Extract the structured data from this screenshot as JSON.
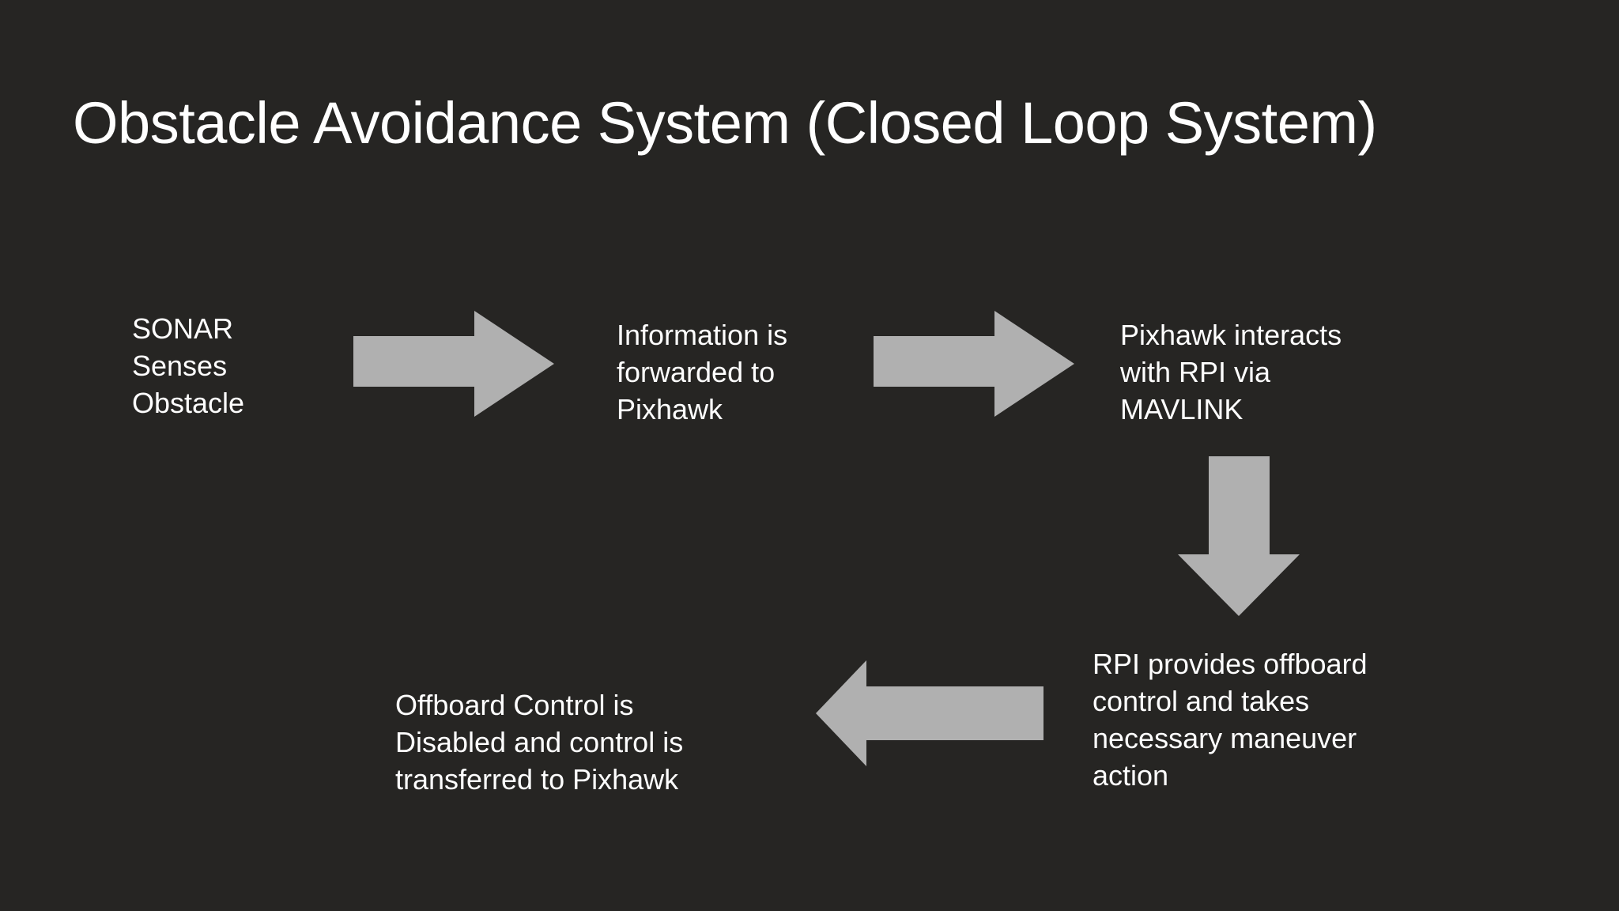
{
  "slide": {
    "background_color": "#262523",
    "text_color": "#ffffff",
    "arrow_color": "#b0b0b0",
    "title": "Obstacle Avoidance System (Closed Loop System)"
  },
  "diagram_data": {
    "type": "flowchart",
    "layout": "closed-loop",
    "nodes": [
      {
        "id": "sonar",
        "label": "SONAR\nSenses\nObstacle",
        "lines": [
          "SONAR",
          "Senses",
          "Obstacle"
        ],
        "row": 1,
        "column": 1
      },
      {
        "id": "information",
        "label": "Information is\nforwarded to\nPixhawk",
        "lines": [
          "Information is",
          "forwarded to",
          "Pixhawk"
        ],
        "row": 1,
        "column": 2
      },
      {
        "id": "pixhawk",
        "label": "Pixhawk interacts\nwith RPI via\nMAVLINK",
        "lines": [
          "Pixhawk interacts",
          "with RPI via",
          "MAVLINK"
        ],
        "row": 1,
        "column": 3
      },
      {
        "id": "rpi-offboard",
        "label": "RPI provides offboard\ncontrol and takes\nnecessary maneuver\naction",
        "lines": [
          "RPI provides offboard",
          "control and takes",
          "necessary maneuver",
          "action"
        ],
        "row": 2,
        "column": 3
      },
      {
        "id": "offboard-disabled",
        "label": "Offboard Control is\nDisabled and control is\ntransferred to Pixhawk",
        "lines": [
          "Offboard Control is",
          "Disabled and control is",
          "transferred to Pixhawk"
        ],
        "row": 2,
        "column": 1
      }
    ],
    "edges": [
      {
        "id": "sonar-to-information",
        "from": "sonar",
        "to": "information",
        "direction": "right"
      },
      {
        "id": "information-to-pixhawk",
        "from": "information",
        "to": "pixhawk",
        "direction": "right"
      },
      {
        "id": "pixhawk-to-rpi",
        "from": "pixhawk",
        "to": "rpi-offboard",
        "direction": "down"
      },
      {
        "id": "rpi-to-offboard",
        "from": "rpi-offboard",
        "to": "offboard-disabled",
        "direction": "left"
      }
    ]
  }
}
